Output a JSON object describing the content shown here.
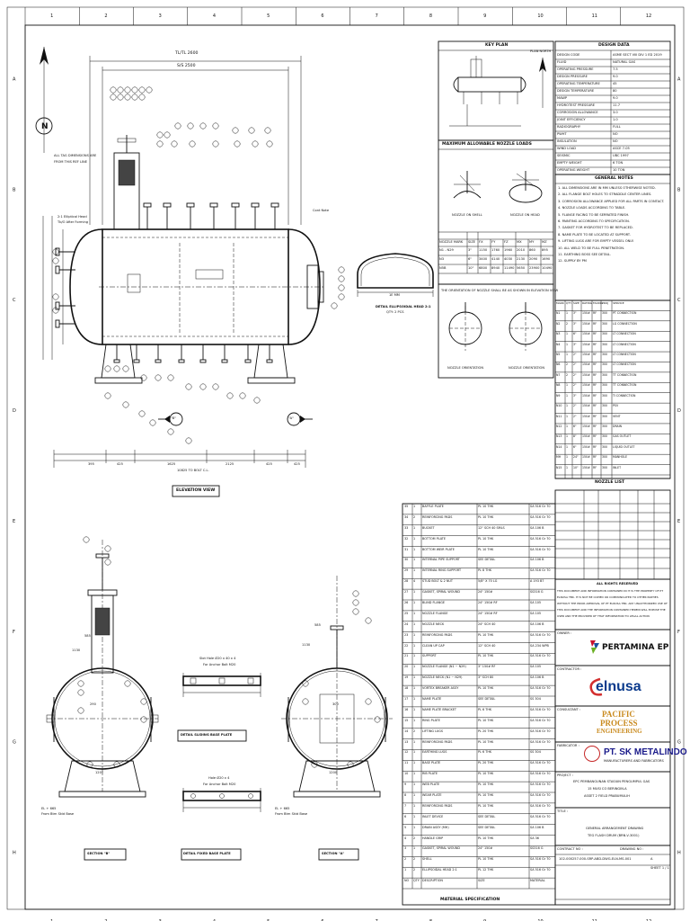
{
  "zones": {
    "top": [
      "1",
      "2",
      "3",
      "4",
      "5",
      "6",
      "7",
      "8",
      "9",
      "10",
      "11",
      "12"
    ],
    "side": [
      "A",
      "B",
      "C",
      "D",
      "E",
      "F",
      "G",
      "H"
    ]
  },
  "elevation": {
    "tl_tl": "TL/TL 2600",
    "sts": "S/S 2500",
    "note": [
      "ALL TAG DIMENSIONS ARE",
      "FROM THIS REF LINE"
    ],
    "head_label": [
      "2:1 Elliptical Head",
      "Tb/O After Forming"
    ],
    "cont_note": "Cont Note",
    "overall": "10825 TO BOLT C.L.",
    "dims": [
      "395",
      "425",
      "1625",
      "2125",
      "425",
      "425"
    ],
    "view_a": "\"A\"",
    "view_b": "\"B\"",
    "caption": "ELEVATION VIEW"
  },
  "detail_head": {
    "caption": [
      "DETAIL ELLIPSOIDAL HEAD 2:1",
      "QTY: 2 PCS"
    ],
    "dim": "1E MM"
  },
  "key_plan": {
    "title": "KEY PLAN",
    "north": "PLAN NORTH"
  },
  "nozzle_loads": {
    "title": "MAXIMUM ALLOWABLE NOZZLE LOADS",
    "shell": "NOZZLE ON SHELL",
    "head": "NOZZLE ON HEAD",
    "headers": [
      "NOZZLE MARK",
      "SIZE",
      "FX",
      "FY",
      "FZ",
      "MX",
      "MY",
      "MZ"
    ],
    "rows": [
      [
        "N1 - N29",
        "3\"",
        "1150",
        "1760",
        "1960",
        "2010",
        "860",
        "895"
      ],
      [
        "N3",
        "6\"",
        "3400",
        "4140",
        "4030",
        "2130",
        "2090",
        "1690"
      ],
      [
        "N5B",
        "10\"",
        "6800",
        "8940",
        "11490",
        "5650",
        "23900",
        "10490"
      ]
    ]
  },
  "design_data": {
    "title": "DESIGN DATA",
    "rows": [
      [
        "DESIGN CODE",
        "",
        "ASME SECT VIII DIV 1 ED 2019"
      ],
      [
        "FLUID",
        "",
        "NATURAL GAS"
      ],
      [
        "OPERATING PRESSURE",
        "",
        "7.5"
      ],
      [
        "DESIGN PRESSURE",
        "",
        "9.0"
      ],
      [
        "OPERATING TEMPERATURE",
        "",
        "45"
      ],
      [
        "DESIGN TEMPERATURE",
        "",
        "80"
      ],
      [
        "MAWP",
        "",
        "9.0"
      ],
      [
        "HYDROTEST PRESSURE",
        "",
        "11.7"
      ],
      [
        "CORROSION ALLOWANCE",
        "",
        "3.0"
      ],
      [
        "JOINT EFFICIENCY",
        "",
        "1.0"
      ],
      [
        "RADIOGRAPHY",
        "",
        "FULL"
      ],
      [
        "PWHT",
        "",
        "NO"
      ],
      [
        "INSULATION",
        "",
        "NO"
      ],
      [
        "WIND LOAD",
        "",
        "ASCE 7-05"
      ],
      [
        "SEISMIC",
        "",
        "UBC 1997"
      ],
      [
        "EMPTY WEIGHT",
        "",
        "6 TON"
      ],
      [
        "OPERATING WEIGHT",
        "",
        "10 TON"
      ]
    ]
  },
  "general_notes": {
    "title": "GENERAL NOTES",
    "lines": [
      "1. ALL DIMENSIONS ARE IN MM UNLESS OTHERWISE NOTED.",
      "2. ALL FLANGE BOLT HOLES TO STRADDLE CENTER LINES.",
      "3. CORROSION ALLOWANCE APPLIED FOR ALL PARTS IN CONTACT.",
      "4. NOZZLE LOADS ACCORDING TO TABLE.",
      "5. FLANGE FACING TO BE SERRATED FINISH.",
      "6. PAINTING ACCORDING TO SPECIFICATION.",
      "7. GASKET FOR HYDROTEST TO BE REPLACED.",
      "8. NAME PLATE TO BE LOCATED AT SUPPORT.",
      "9. LIFTING LUGS ARE FOR EMPTY VESSEL ONLY.",
      "10. ALL WELD TO BE FULL PENETRATION.",
      "11. EARTHING BOSS SEE DETAIL.",
      "12. SUPPLY BY PM"
    ]
  },
  "nozzle_orient": {
    "text": "THE ORIENTATION OF NOZZLE SHALL BE AS SHOWN IN ELEVATION VIEW",
    "left": "NOZZLE ORIENTATION",
    "right": "NOZZLE ORIENTATION"
  },
  "nozzle_list": {
    "title": "NOZZLE LIST",
    "headers": [
      "MARK",
      "QTY",
      "SIZE",
      "RATING",
      "FACING",
      "PROJ",
      "SERVICE"
    ],
    "rows": [
      [
        "N1",
        "1",
        "3\"",
        "150#",
        "RF",
        "300",
        "PT CONNECTION"
      ],
      [
        "N2",
        "2",
        "3\"",
        "150#",
        "RF",
        "300",
        "LG CONNECTION"
      ],
      [
        "N3",
        "1",
        "6\"",
        "150#",
        "RF",
        "300",
        "LT CONNECTION"
      ],
      [
        "N4",
        "1",
        "3\"",
        "150#",
        "RF",
        "300",
        "LT CONNECTION"
      ],
      [
        "N5",
        "1",
        "2\"",
        "150#",
        "RF",
        "300",
        "LT CONNECTION"
      ],
      [
        "N6",
        "2",
        "2\"",
        "150#",
        "RF",
        "300",
        "LT CONNECTION"
      ],
      [
        "N7",
        "2",
        "2\"",
        "150#",
        "RF",
        "300",
        "TT CONNECTION"
      ],
      [
        "N8",
        "1",
        "2\"",
        "150#",
        "RF",
        "300",
        "TT CONNECTION"
      ],
      [
        "N9",
        "1",
        "3\"",
        "150#",
        "RF",
        "300",
        "TI CONNECTION"
      ],
      [
        "N10",
        "1",
        "2\"",
        "150#",
        "RF",
        "300",
        "PSV"
      ],
      [
        "N11",
        "1",
        "2\"",
        "150#",
        "RF",
        "300",
        "VENT"
      ],
      [
        "N12",
        "1",
        "6\"",
        "150#",
        "RF",
        "300",
        "DRAIN"
      ],
      [
        "N13",
        "1",
        "8\"",
        "150#",
        "RF",
        "300",
        "GAS OUTLET"
      ],
      [
        "N14",
        "1",
        "6\"",
        "150#",
        "RF",
        "300",
        "LIQUID OUTLET"
      ],
      [
        "MH",
        "1",
        "24\"",
        "150#",
        "RF",
        "300",
        "MANHOLE"
      ],
      [
        "N15",
        "1",
        "10\"",
        "150#",
        "RF",
        "300",
        "INLET"
      ]
    ]
  },
  "material": {
    "title": "MATERIAL SPECIFICATION",
    "headers": [
      "NO",
      "QTY",
      "DESCRIPTION",
      "SIZE",
      "MATERIAL"
    ],
    "rows": [
      [
        "35",
        "1",
        "BAFFLE PLATE",
        "PL 10 THK",
        "SA 516 Gr 70"
      ],
      [
        "34",
        "2",
        "REINFORCING PADS",
        "PL 10 THK",
        "SA 516 Gr 70"
      ],
      [
        "33",
        "1",
        "BUCKET",
        "12\" SCH 40 SMLS",
        "SA 106 B"
      ],
      [
        "32",
        "1",
        "BOTTOM PLATE",
        "PL 10 THK",
        "SA 516 Gr 70"
      ],
      [
        "31",
        "1",
        "BOTTOM WEIR PLATE",
        "PL 10 THK",
        "SA 516 Gr 70"
      ],
      [
        "30",
        "1",
        "INTERNAL PIPE SUPPORT",
        "SEE DETAIL",
        "SA 106 B"
      ],
      [
        "29",
        "1",
        "INTERNAL RING SUPPORT",
        "PL 8 THK",
        "SA 516 Gr 70"
      ],
      [
        "28",
        "4",
        "STUD BOLT & 2 NUT",
        "5/8\" X 70 LG",
        "A 193 B7"
      ],
      [
        "27",
        "1",
        "GASKET, SPIRAL WOUND",
        "24\" 150#",
        "SS316 G"
      ],
      [
        "26",
        "1",
        "BLIND FLANGE",
        "24\" 150# RF",
        "SA 105"
      ],
      [
        "25",
        "1",
        "NOZZLE FLANGE",
        "24\" 150# RF",
        "SA 105"
      ],
      [
        "24",
        "1",
        "NOZZLE NECK",
        "24\" SCH 40",
        "SA 106 B"
      ],
      [
        "23",
        "1",
        "REINFORCING PADS",
        "PL 10 THK",
        "SA 516 Gr 70"
      ],
      [
        "22",
        "1",
        "CLEAN UP CAP",
        "12\" SCH 40",
        "SA 234 WPB"
      ],
      [
        "21",
        "1",
        "SUPPORT",
        "PL 10 THK",
        "SA 516 Gr 70"
      ],
      [
        "20",
        "1",
        "NOZZLE FLANGE (N1 ~ N29)",
        "3\" 150# RF",
        "SA 105"
      ],
      [
        "19",
        "1",
        "NOZZLE NECK (N1 ~ N29)",
        "3\" SCH 80",
        "SA 106 B"
      ],
      [
        "18",
        "1",
        "VORTEX BREAKER ASSY",
        "PL 10 THK",
        "SA 516 Gr 70"
      ],
      [
        "17",
        "1",
        "NAME PLATE",
        "SEE DETAIL",
        "SS 304"
      ],
      [
        "16",
        "1",
        "NAME PLATE BRACKET",
        "PL 6 THK",
        "SA 516 Gr 70"
      ],
      [
        "15",
        "1",
        "RING PLATE",
        "PL 10 THK",
        "SA 516 Gr 70"
      ],
      [
        "14",
        "2",
        "LIFTING LUGS",
        "PL 20 THK",
        "SA 516 Gr 70"
      ],
      [
        "13",
        "1",
        "REINFORCING PADS",
        "PL 10 THK",
        "SA 516 Gr 70"
      ],
      [
        "12",
        "1",
        "EARTHING LUGS",
        "PL 6 THK",
        "SS 304"
      ],
      [
        "11",
        "1",
        "BASE PLATE",
        "PL 20 THK",
        "SA 516 Gr 70"
      ],
      [
        "10",
        "1",
        "RIB PLATE",
        "PL 10 THK",
        "SA 516 Gr 70"
      ],
      [
        "9",
        "1",
        "WEB PLATE",
        "PL 10 THK",
        "SA 516 Gr 70"
      ],
      [
        "8",
        "1",
        "WEAR PLATE",
        "PL 10 THK",
        "SA 516 Gr 70"
      ],
      [
        "7",
        "1",
        "REINFORCING PADS",
        "PL 10 THK",
        "SA 516 Gr 70"
      ],
      [
        "6",
        "1",
        "INLET DEVICE",
        "SEE DETAIL",
        "SA 516 Gr 70"
      ],
      [
        "5",
        "1",
        "DRAIN ASSY (MH)",
        "SEE DETAIL",
        "SA 106 B"
      ],
      [
        "4",
        "2",
        "HANDLE GRIP",
        "PL 10 THK",
        "SA 36"
      ],
      [
        "3",
        "1",
        "GASKET, SPIRAL WOUND",
        "24\" 150#",
        "SS316 G"
      ],
      [
        "2",
        "2",
        "SHELL",
        "PL 10 THK",
        "SA 516 Gr 70"
      ],
      [
        "1",
        "2",
        "ELLIPSOIDAL HEAD 2:1",
        "PL 12 THK",
        "SA 516 Gr 70"
      ]
    ]
  },
  "sections": {
    "b": "SECTION \"B\"",
    "a": "SECTION \"A\"",
    "sliding": "DETAIL SLIDING BASE PLATE",
    "fixed": "DETAIL FIXED BASE PLATE",
    "slot_note": [
      "Slot Hole Ø20 x 40 x 4",
      "For Anchor Bolt M20"
    ],
    "hole_note": [
      "Hole Ø20 x 4",
      "For Anchor Bolt M20"
    ],
    "tos": [
      "EL + 665",
      "From Btm Skid Base"
    ],
    "dims_b": [
      "585",
      "1130",
      "290",
      "1200"
    ],
    "dims_a": [
      "585",
      "1130",
      "1200",
      "300"
    ]
  },
  "title_block": {
    "rights_title": "ALL RIGHTS RESERVED",
    "rights": [
      "THIS DOCUMENT AND INFORMATION CONTAINED IN IT IS THE PROPERTY OF PT",
      "ELNUSA TBK. IT IS NOT BE COPIED OR COMMUNICATED TO OTHER PARTIES",
      "WITHOUT THE PRIOR APPROVAL OF PT ELNUSA TBK. ANY UNAUTHORIZED USE OF",
      "THIS DOCUMENT AND THE INFORMATION CONTAINED HEREIN WILL EXPOSE THE",
      "USER AND THE PROVIDER OF THAT INFORMATION TO LEGAL ACTION"
    ],
    "owner_label": "OWNER :",
    "contractor_label": "CONTRACTOR :",
    "consultant_label": "CONSULTANT :",
    "fabricator_label": "FABRICATOR :",
    "project_label": "PROJECT :",
    "title_label": "TITLE :",
    "owner": "PERTAMINA EP",
    "contractor": "elnusa",
    "consultant": [
      "PACIFIC",
      "PROCESS",
      "ENGINEERING"
    ],
    "fabricator": "PT. SK METALINDO",
    "fabricator_sub": "MANUFACTURERS AND FABRICATORS",
    "project": [
      "EPC PEMBANGUNAN STASIUN PENGUMPUL GAS",
      "15 MUSI CO BERINGIN-A",
      "ASSET 2 FIELD PRABUMULIH"
    ],
    "title": [
      "GENERAL ARRANGEMENT DRAWING",
      "TEG FLASH DRUM (BRN-V-3001)"
    ],
    "doc_no": "102-000257-000-SRP-ABD-DWG-ELN-MS-001",
    "sheet": "SHEET 1 / 1",
    "rev": "A",
    "contract": "CONTRACT NO :",
    "drawing": "DRAWING NO :"
  }
}
